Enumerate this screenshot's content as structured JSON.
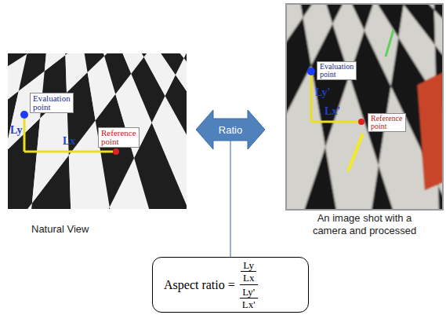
{
  "diagram": {
    "nodes": [
      {
        "text": [
          "Ratio"
        ]
      },
      {
        "text": [
          "Aspect ratio =",
          "Ly",
          "Lx",
          "Ly'",
          "Lx'"
        ]
      }
    ],
    "edges": [
      {
        "from": 0,
        "to": 1,
        "arrow": "none"
      }
    ],
    "labels": [
      "Evaluation point",
      "Ly",
      "Lx",
      "Reference point",
      "Natural View",
      "Evaluation point",
      "Ly'",
      "Lx'",
      "Reference point",
      "An image shot with a camera and processed"
    ]
  }
}
